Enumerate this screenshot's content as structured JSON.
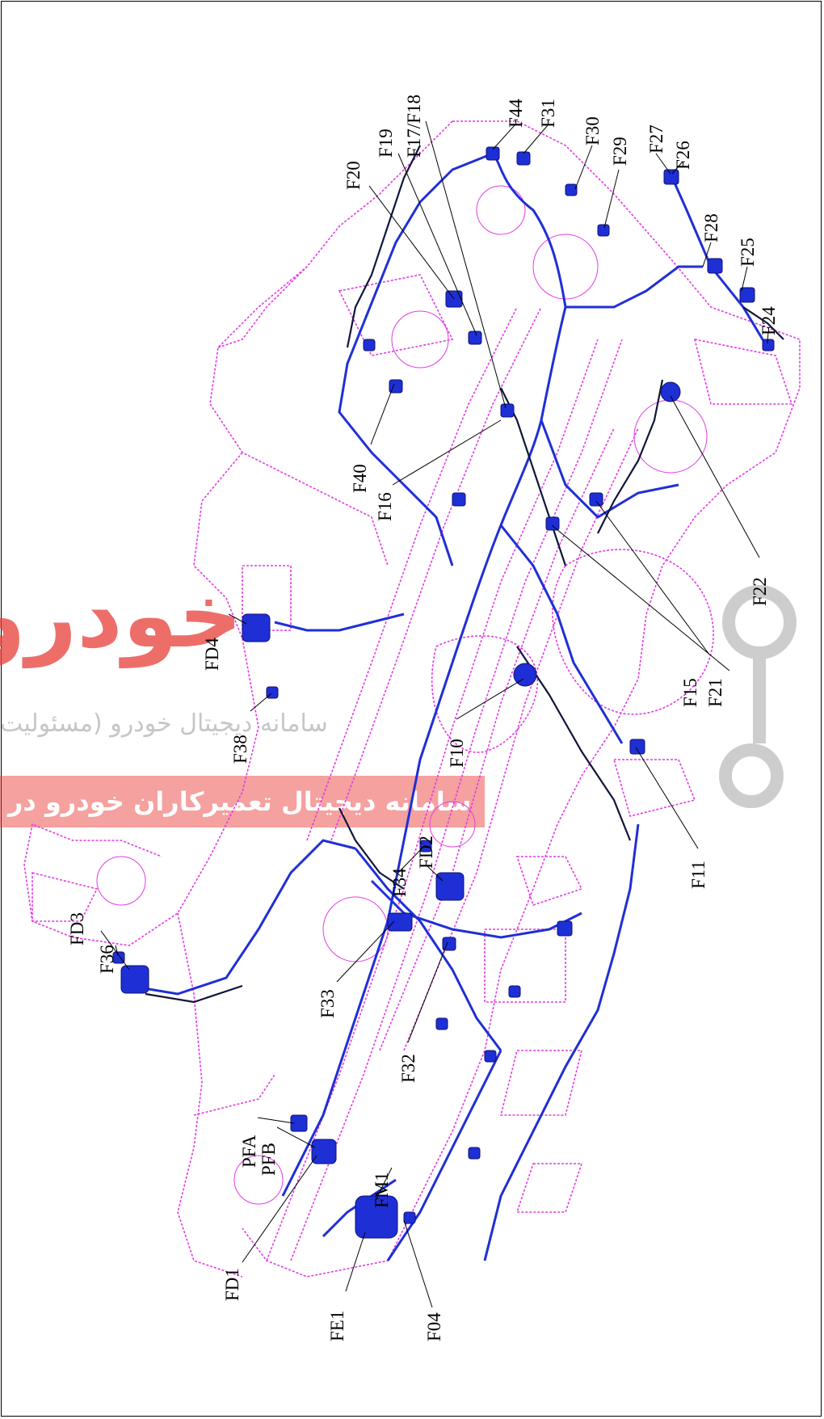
{
  "colors": {
    "body_outline": "#e23be3",
    "harness": "#1f2fd6",
    "harness_dark": "#10163a",
    "label": "#000000",
    "watermark_red": "#e8423c",
    "watermark_gray": "#c8c8c8"
  },
  "watermark": {
    "logo_text": "خودرو دیجیتال",
    "line1": "سامانه دیجیتال خودرو (مسئولیت",
    "line2": "سامانه دیجیتال تعمیرکاران خودرو در"
  },
  "labels": {
    "F44": "F44",
    "F31": "F31",
    "F30": "F30",
    "F29": "F29",
    "F27": "F27",
    "F26": "F26",
    "F28": "F28",
    "F25": "F25",
    "F24": "F24",
    "F20": "F20",
    "F19": "F19",
    "F17_F18": "F17/F18",
    "F40": "F40",
    "F16": "F16",
    "F22": "F22",
    "F15": "F15",
    "F21": "F21",
    "F11": "F11",
    "F10": "F10",
    "FD4": "FD4",
    "F38": "F38",
    "FD2": "FD2",
    "F34": "F34",
    "FD3": "FD3",
    "F36": "F36",
    "F33": "F33",
    "F32": "F32",
    "PFA": "PFA",
    "PFB": "PFB",
    "FM1": "FM1",
    "FD1": "FD1",
    "FE1": "FE1",
    "F04": "F04"
  }
}
